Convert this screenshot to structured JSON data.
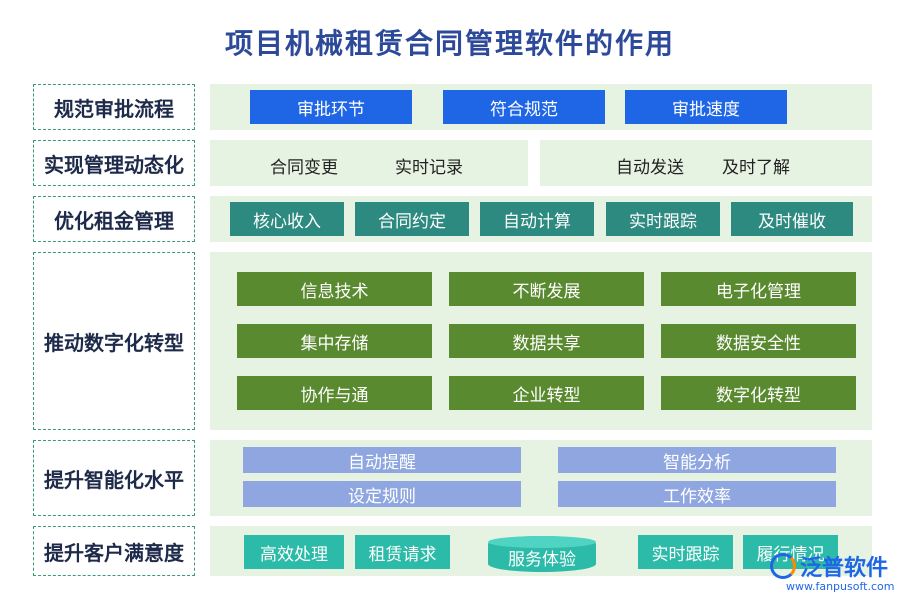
{
  "title": "项目机械租赁合同管理软件的作用",
  "rows": [
    {
      "label": "规范审批流程",
      "items": [
        "审批环节",
        "符合规范",
        "审批速度"
      ]
    },
    {
      "label": "实现管理动态化",
      "items": [
        "合同变更",
        "实时记录",
        "自动发送",
        "及时了解"
      ]
    },
    {
      "label": "优化租金管理",
      "items": [
        "核心收入",
        "合同约定",
        "自动计算",
        "实时跟踪",
        "及时催收"
      ]
    },
    {
      "label": "推动数字化转型",
      "items": [
        "信息技术",
        "不断发展",
        "电子化管理",
        "集中存储",
        "数据共享",
        "数据安全性",
        "协作与通",
        "企业转型",
        "数字化转型"
      ]
    },
    {
      "label": "提升智能化水平",
      "items": [
        "自动提醒",
        "智能分析",
        "设定规则",
        "工作效率"
      ]
    },
    {
      "label": "提升客户满意度",
      "items": [
        "高效处理",
        "租赁请求",
        "服务体验",
        "实时跟踪",
        "履行情况"
      ]
    }
  ],
  "watermark": {
    "brand": "泛普软件",
    "url": "www.fanpusoft.com"
  },
  "colors": {
    "title": "#2d4a9a",
    "blue": "#1f66e6",
    "teal": "#2c8a80",
    "green": "#5a8a2f",
    "lavender": "#8fa6e0",
    "cyan": "#2bbba8",
    "panel": "#e6f2e2"
  }
}
